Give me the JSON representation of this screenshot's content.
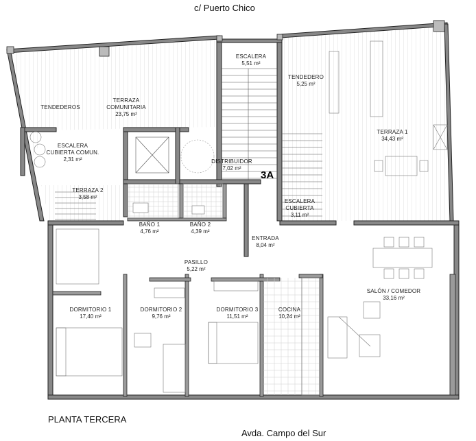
{
  "streets": {
    "top": "c/ Puerto Chico",
    "bottom": "Avda. Campo del Sur"
  },
  "plan_title": "PLANTA TERCERA",
  "unit_label": "3A",
  "rooms": [
    {
      "id": "tendederos",
      "name": "TENDEDEROS",
      "area": ""
    },
    {
      "id": "terraza-comunitaria",
      "name": "TERRAZA\nCOMUNITARIA",
      "area": "23,75 m²"
    },
    {
      "id": "escalera",
      "name": "ESCALERA",
      "area": "5,51 m²"
    },
    {
      "id": "tendedero",
      "name": "TENDEDERO",
      "area": "5,25 m²"
    },
    {
      "id": "terraza-1",
      "name": "TERRAZA 1",
      "area": "34,43 m²"
    },
    {
      "id": "escalera-comun",
      "name": "ESCALERA\nCUBIERTA COMUN.",
      "area": "2,31 m²"
    },
    {
      "id": "distribuidor",
      "name": "DISTRIBUIDOR",
      "area": "7,02 m²"
    },
    {
      "id": "terraza-2",
      "name": "TERRAZA 2",
      "area": "3,58 m²"
    },
    {
      "id": "escalera-cubierta",
      "name": "ESCALERA\nCUBIERTA",
      "area": "3,11 m²"
    },
    {
      "id": "bano-1",
      "name": "BAÑO 1",
      "area": "4,76 m²"
    },
    {
      "id": "bano-2",
      "name": "BAÑO 2",
      "area": "4,39 m²"
    },
    {
      "id": "entrada",
      "name": "ENTRADA",
      "area": "8,04 m²"
    },
    {
      "id": "pasillo",
      "name": "PASILLO",
      "area": "5,22 m²"
    },
    {
      "id": "salon-comedor",
      "name": "SALÓN / COMEDOR",
      "area": "33,16 m²"
    },
    {
      "id": "dormitorio-1",
      "name": "DORMITORIO 1",
      "area": "17,40 m²"
    },
    {
      "id": "dormitorio-2",
      "name": "DORMITORIO 2",
      "area": "9,76 m²"
    },
    {
      "id": "dormitorio-3",
      "name": "DORMITORIO 3",
      "area": "11,51 m²"
    },
    {
      "id": "cocina",
      "name": "COCINA",
      "area": "10,24 m²"
    }
  ]
}
